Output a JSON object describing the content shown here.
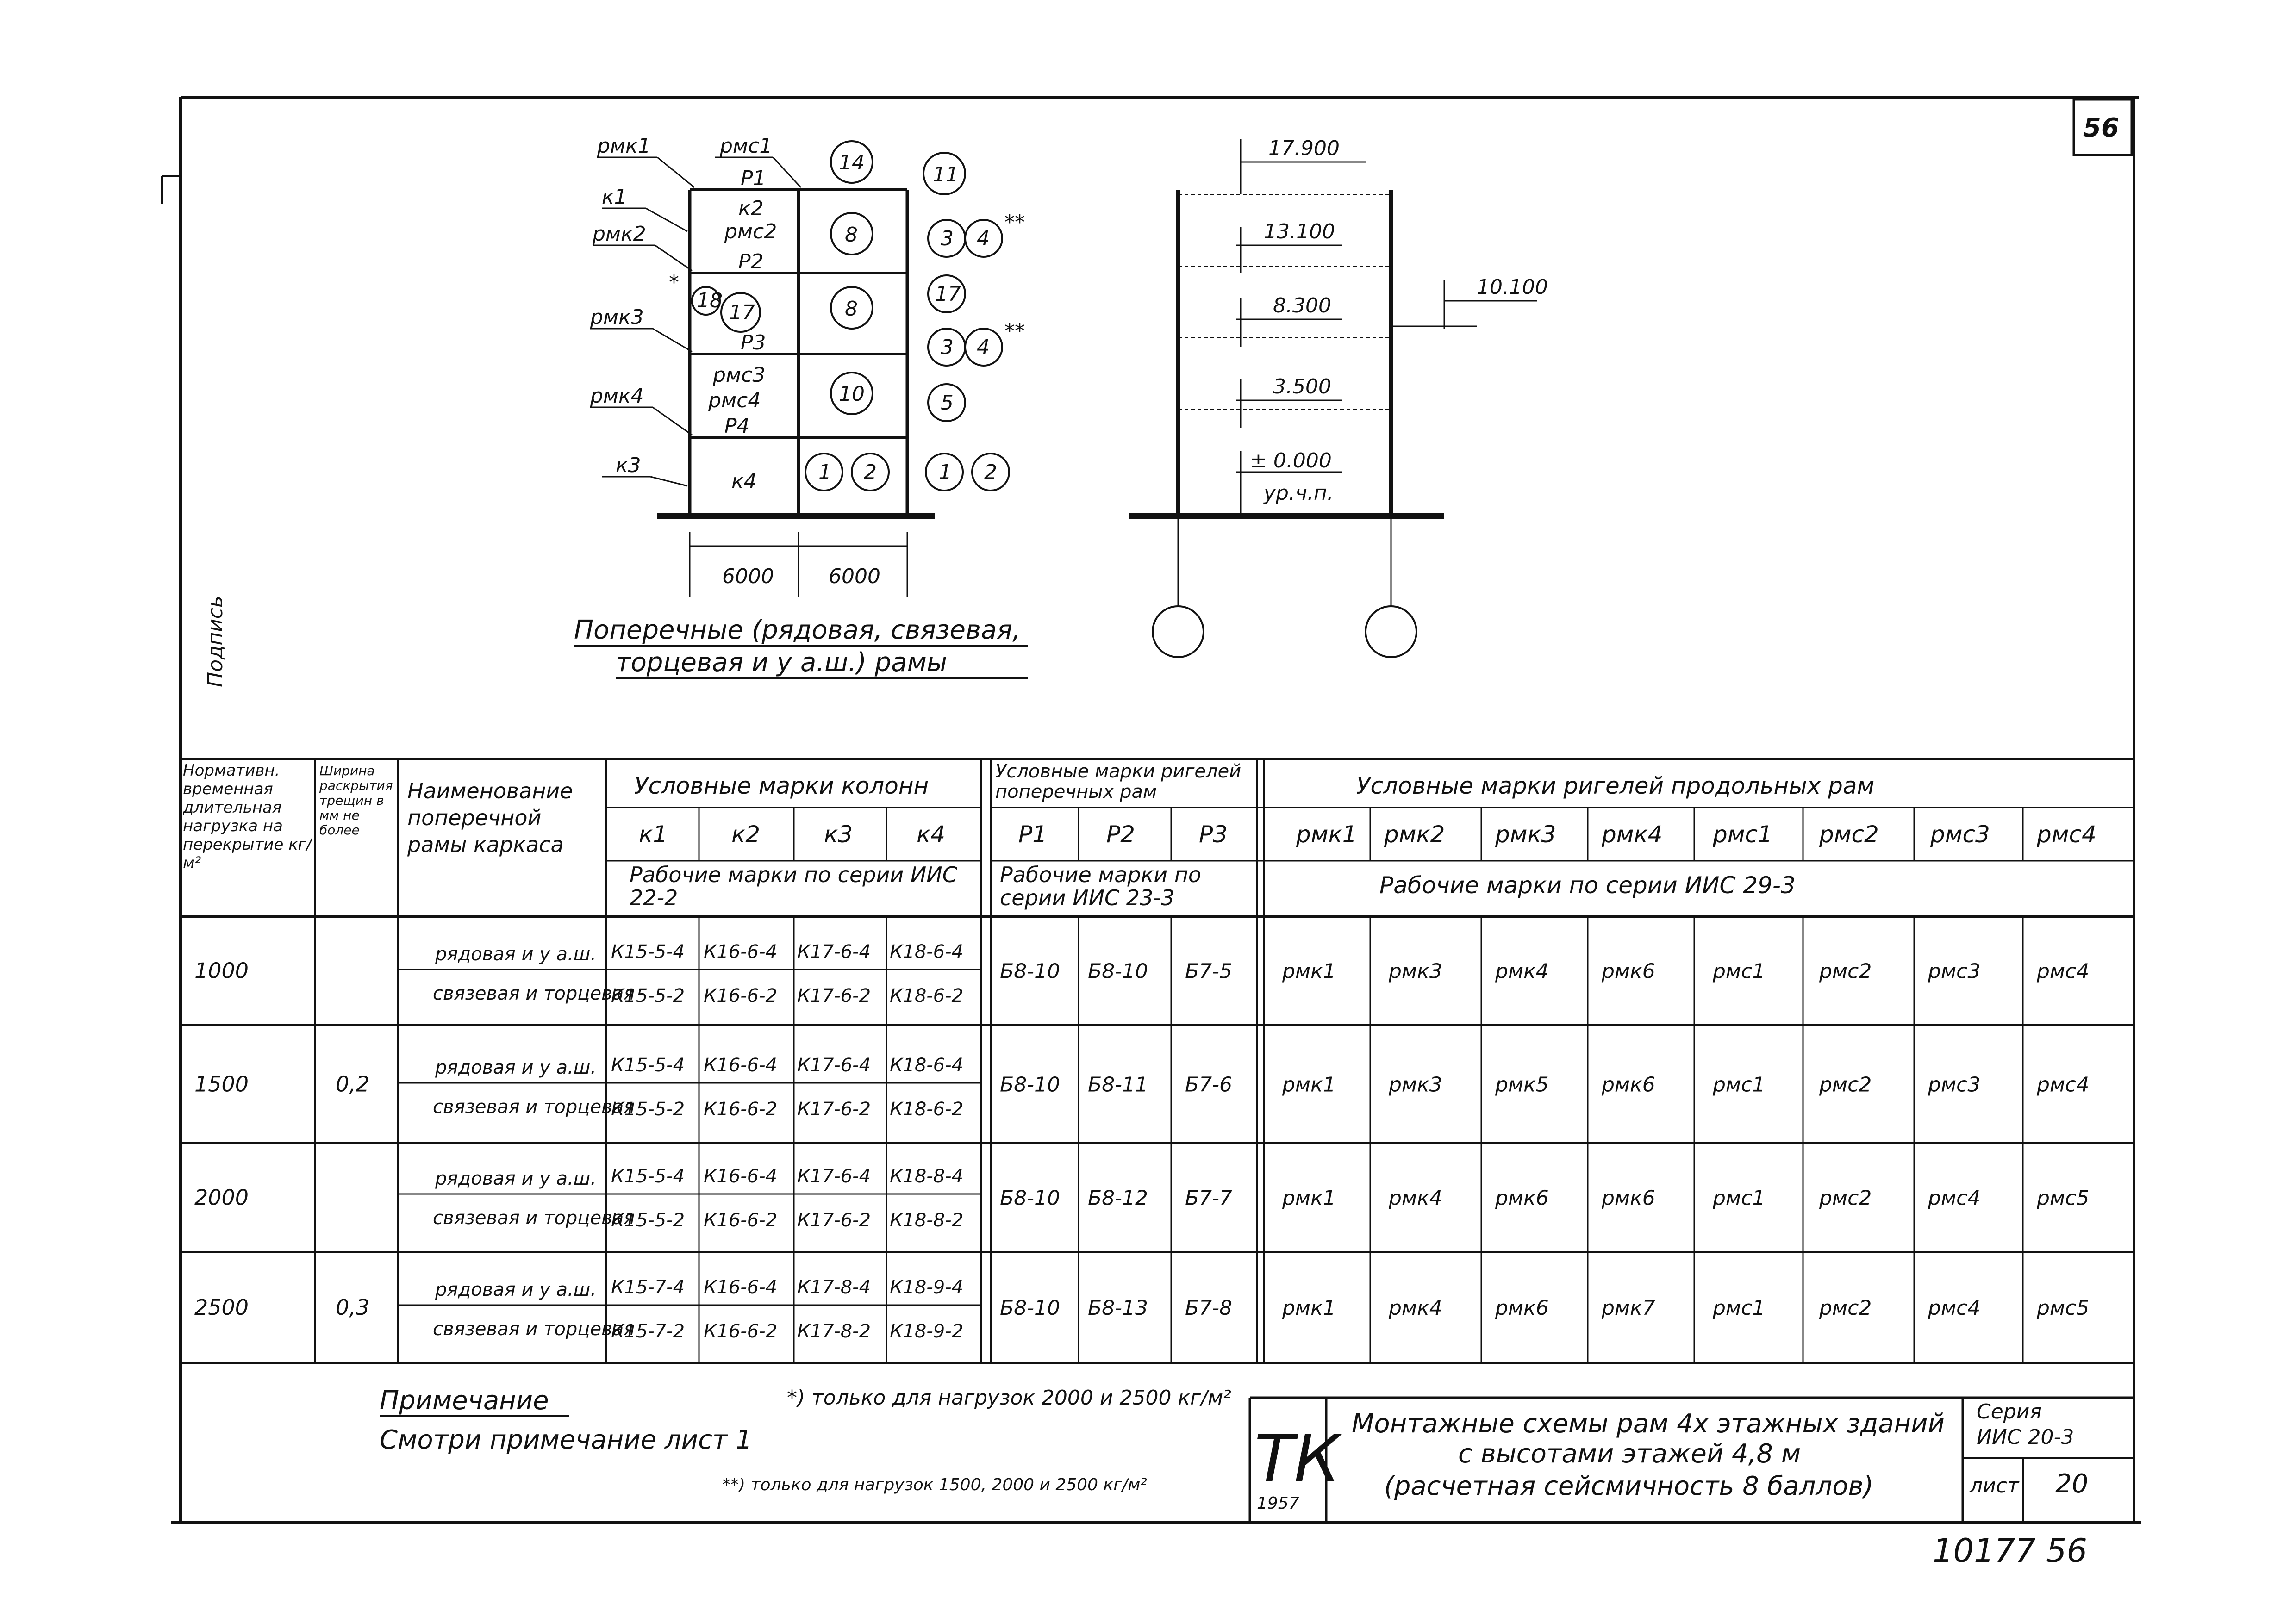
{
  "sheet_number_corner": "56",
  "left_margin_text": "Подпись",
  "frame_diagram": {
    "labels_left": [
      "рмк1",
      "к1",
      "рмк2",
      "рмк3",
      "рмк4",
      "к3"
    ],
    "labels_top": [
      "рмс1"
    ],
    "labels_inner": [
      "Р1",
      "к2",
      "рмс2",
      "Р2",
      "Р3",
      "рмс3",
      "рмс4",
      "Р4",
      "к4"
    ],
    "circles": [
      "14",
      "11",
      "8",
      "3",
      "4",
      "17",
      "8",
      "17",
      "18",
      "3",
      "4",
      "10",
      "5",
      "1",
      "2",
      "1",
      "2"
    ],
    "stars_upper": "**",
    "stars_lower": "**",
    "star_single": "*",
    "dims": [
      "6000",
      "6000"
    ],
    "caption_line1": "Поперечные (рядовая, связевая,",
    "caption_line2": "торцевая и у а.ш.) рамы"
  },
  "elevation_diagram": {
    "levels": [
      "17.900",
      "13.100",
      "8.300",
      "3.500",
      "± 0.000",
      "ур.ч.п."
    ],
    "side_level": "10.100"
  },
  "table": {
    "col_load_header": "Нормативн. временная длительная нагрузка на перекрытие кг/м²",
    "col_crack_header": "Ширина раскрытия трещин в мм не более",
    "col_name_header": "Наименование поперечной рамы каркаса",
    "group_columns": "Условные марки колонн",
    "group_rigel_cross": "Условные марки ригелей поперечных рам",
    "group_rigel_long": "Условные марки ригелей продольных рам",
    "column_marks": [
      "к1",
      "к2",
      "к3",
      "к4"
    ],
    "rigel_marks": [
      "Р1",
      "Р2",
      "Р3"
    ],
    "long_marks": [
      "рмк1",
      "рмк2",
      "рмк3",
      "рмк4",
      "рмс1",
      "рмс2",
      "рмс3",
      "рмс4"
    ],
    "working_cols": "Рабочие марки по серии ИИС 22-2",
    "working_rig": "Рабочие марки по серии ИИС 23-3",
    "working_long": "Рабочие марки по серии ИИС 29-3",
    "rows": [
      {
        "load": "1000",
        "crack": "",
        "name1": "рядовая и у а.ш.",
        "name2": "связевая и торцевая",
        "cols1": [
          "К15-5-4",
          "К16-6-4",
          "К17-6-4",
          "К18-6-4"
        ],
        "cols2": [
          "К15-5-2",
          "К16-6-2",
          "К17-6-2",
          "К18-6-2"
        ],
        "rig": [
          "Б8-10",
          "Б8-10",
          "Б7-5"
        ],
        "long": [
          "рмк1",
          "рмк3",
          "рмк4",
          "рмк6",
          "рмс1",
          "рмс2",
          "рмс3",
          "рмс4"
        ]
      },
      {
        "load": "1500",
        "crack": "0,2",
        "name1": "рядовая и у а.ш.",
        "name2": "связевая и торцевая",
        "cols1": [
          "К15-5-4",
          "К16-6-4",
          "К17-6-4",
          "К18-6-4"
        ],
        "cols2": [
          "К15-5-2",
          "К16-6-2",
          "К17-6-2",
          "К18-6-2"
        ],
        "rig": [
          "Б8-10",
          "Б8-11",
          "Б7-6"
        ],
        "long": [
          "рмк1",
          "рмк3",
          "рмк5",
          "рмк6",
          "рмс1",
          "рмс2",
          "рмс3",
          "рмс4"
        ]
      },
      {
        "load": "2000",
        "crack": "",
        "name1": "рядовая и у а.ш.",
        "name2": "связевая и торцевая",
        "cols1": [
          "К15-5-4",
          "К16-6-4",
          "К17-6-4",
          "К18-8-4"
        ],
        "cols2": [
          "К15-5-2",
          "К16-6-2",
          "К17-6-2",
          "К18-8-2"
        ],
        "rig": [
          "Б8-10",
          "Б8-12",
          "Б7-7"
        ],
        "long": [
          "рмк1",
          "рмк4",
          "рмк6",
          "рмк6",
          "рмс1",
          "рмс2",
          "рмс4",
          "рмс5"
        ]
      },
      {
        "load": "2500",
        "crack": "0,3",
        "name1": "рядовая и у а.ш.",
        "name2": "связевая и торцевая",
        "cols1": [
          "К15-7-4",
          "К16-6-4",
          "К17-8-4",
          "К18-9-4"
        ],
        "cols2": [
          "К15-7-2",
          "К16-6-2",
          "К17-8-2",
          "К18-9-2"
        ],
        "rig": [
          "Б8-10",
          "Б8-13",
          "Б7-8"
        ],
        "long": [
          "рмк1",
          "рмк4",
          "рмк6",
          "рмк7",
          "рмс1",
          "рмс2",
          "рмс4",
          "рмс5"
        ]
      }
    ]
  },
  "footer": {
    "note_title": "Примечание",
    "note_text": "Смотри примечание лист 1",
    "star1": "*) только для нагрузок 2000 и 2500 кг/м²",
    "star2": "**) только для нагрузок 1500, 2000 и 2500 кг/м²",
    "logo": "ТК",
    "year": "1957",
    "title_line1": "Монтажные схемы рам 4х этажных зданий",
    "title_line2": "с высотами этажей 4,8 м",
    "title_line3": "(расчетная сейсмичность 8 баллов)",
    "series_label": "Серия",
    "series_value": "ИИС 20-3",
    "sheet_label": "лист",
    "sheet_value": "20",
    "archive": "10177 56"
  }
}
